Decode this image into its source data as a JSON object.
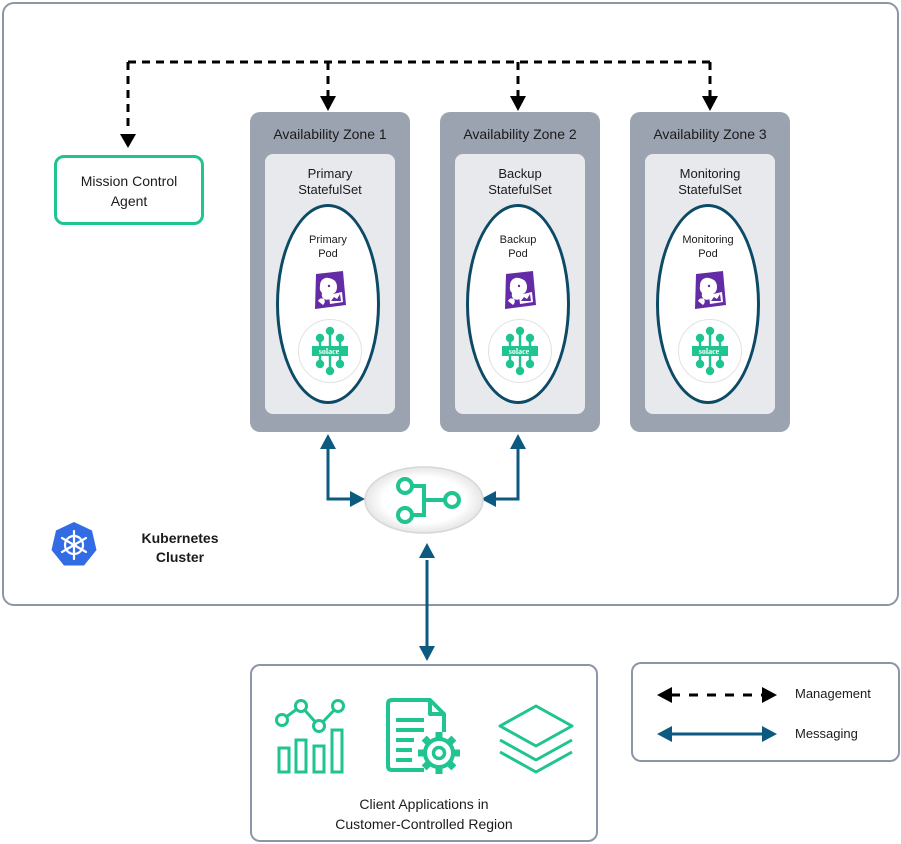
{
  "cluster": {
    "label": "Kubernetes Cluster",
    "label_lines": [
      "Kubernetes",
      "Cluster"
    ],
    "icon": "kubernetes-helm-icon"
  },
  "mission_control": {
    "label_lines": [
      "Mission Control",
      "Agent"
    ]
  },
  "zones": [
    {
      "title": "Availability Zone 1",
      "statefulset_lines": [
        "Primary",
        "StatefulSet"
      ],
      "pod_lines": [
        "Primary",
        "Pod"
      ],
      "icons": [
        "datadog-icon",
        "solace-icon"
      ]
    },
    {
      "title": "Availability Zone 2",
      "statefulset_lines": [
        "Backup",
        "StatefulSet"
      ],
      "pod_lines": [
        "Backup",
        "Pod"
      ],
      "icons": [
        "datadog-icon",
        "solace-icon"
      ]
    },
    {
      "title": "Availability Zone 3",
      "statefulset_lines": [
        "Monitoring",
        "StatefulSet"
      ],
      "pod_lines": [
        "Monitoring",
        "Pod"
      ],
      "icons": [
        "datadog-icon",
        "solace-icon"
      ]
    }
  ],
  "load_balancer": {
    "icon": "load-balancer-icon"
  },
  "client_apps": {
    "label_lines": [
      "Client Applications in",
      "Customer-Controlled Region"
    ],
    "icons": [
      "analytics-chart-icon",
      "document-gear-icon",
      "layers-icon"
    ]
  },
  "legend": {
    "items": [
      {
        "label": "Management",
        "style": "dashed-black"
      },
      {
        "label": "Messaging",
        "style": "solid-blue"
      }
    ]
  },
  "solace_text": "solace",
  "colors": {
    "management": "#000000",
    "messaging": "#0c5a80",
    "accent_green": "#1fc490",
    "zone_gray": "#9ba3b1",
    "statefulset_bg": "#e8e9ed",
    "pod_border": "#0c4a66",
    "datadog_purple": "#632ca6",
    "kubernetes_blue": "#326ce5",
    "border_gray": "#8d96a6"
  }
}
